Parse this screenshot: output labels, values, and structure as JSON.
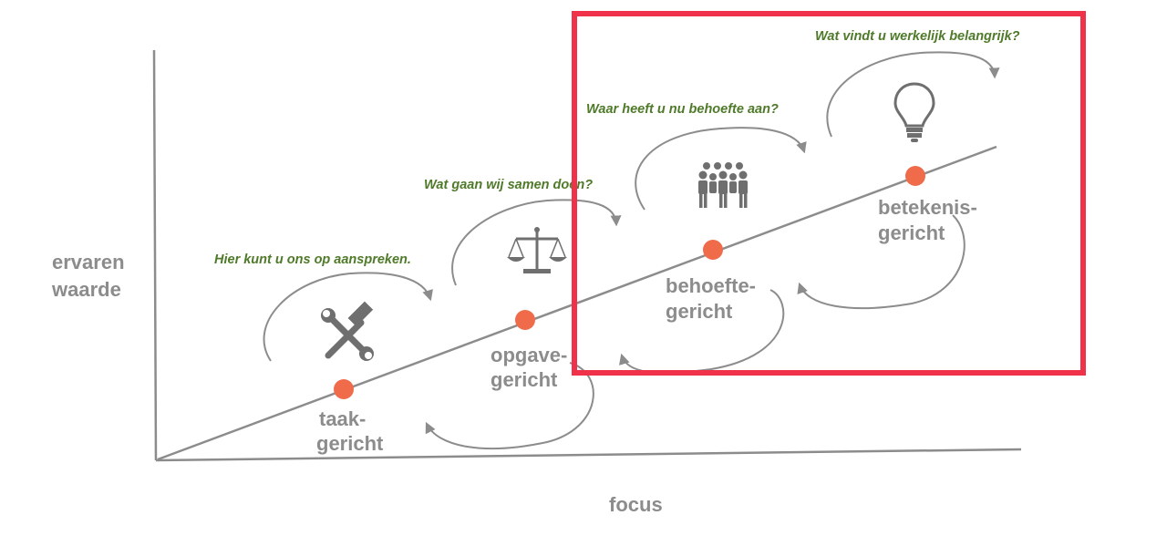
{
  "axes": {
    "y_label_line1": "ervaren",
    "y_label_line2": "waarde",
    "x_label": "focus"
  },
  "stages": [
    {
      "line1": "taak-",
      "line2": "gericht",
      "question": "Hier kunt u ons op aanspreken.",
      "icon": "tools-icon"
    },
    {
      "line1": "opgave-",
      "line2": "gericht",
      "question": "Wat gaan wij samen doen?",
      "icon": "scales-icon"
    },
    {
      "line1": "behoefte-",
      "line2": "gericht",
      "question": "Waar heeft u nu behoefte aan?",
      "icon": "people-icon"
    },
    {
      "line1": "betekenis-",
      "line2": "gericht",
      "question": "Wat vindt u werkelijk belangrijk?",
      "icon": "lightbulb-icon"
    }
  ],
  "colors": {
    "dot": "#ef6b4a",
    "line": "#8c8c8c",
    "question": "#4f7a2a",
    "highlight": "#f0314a"
  }
}
